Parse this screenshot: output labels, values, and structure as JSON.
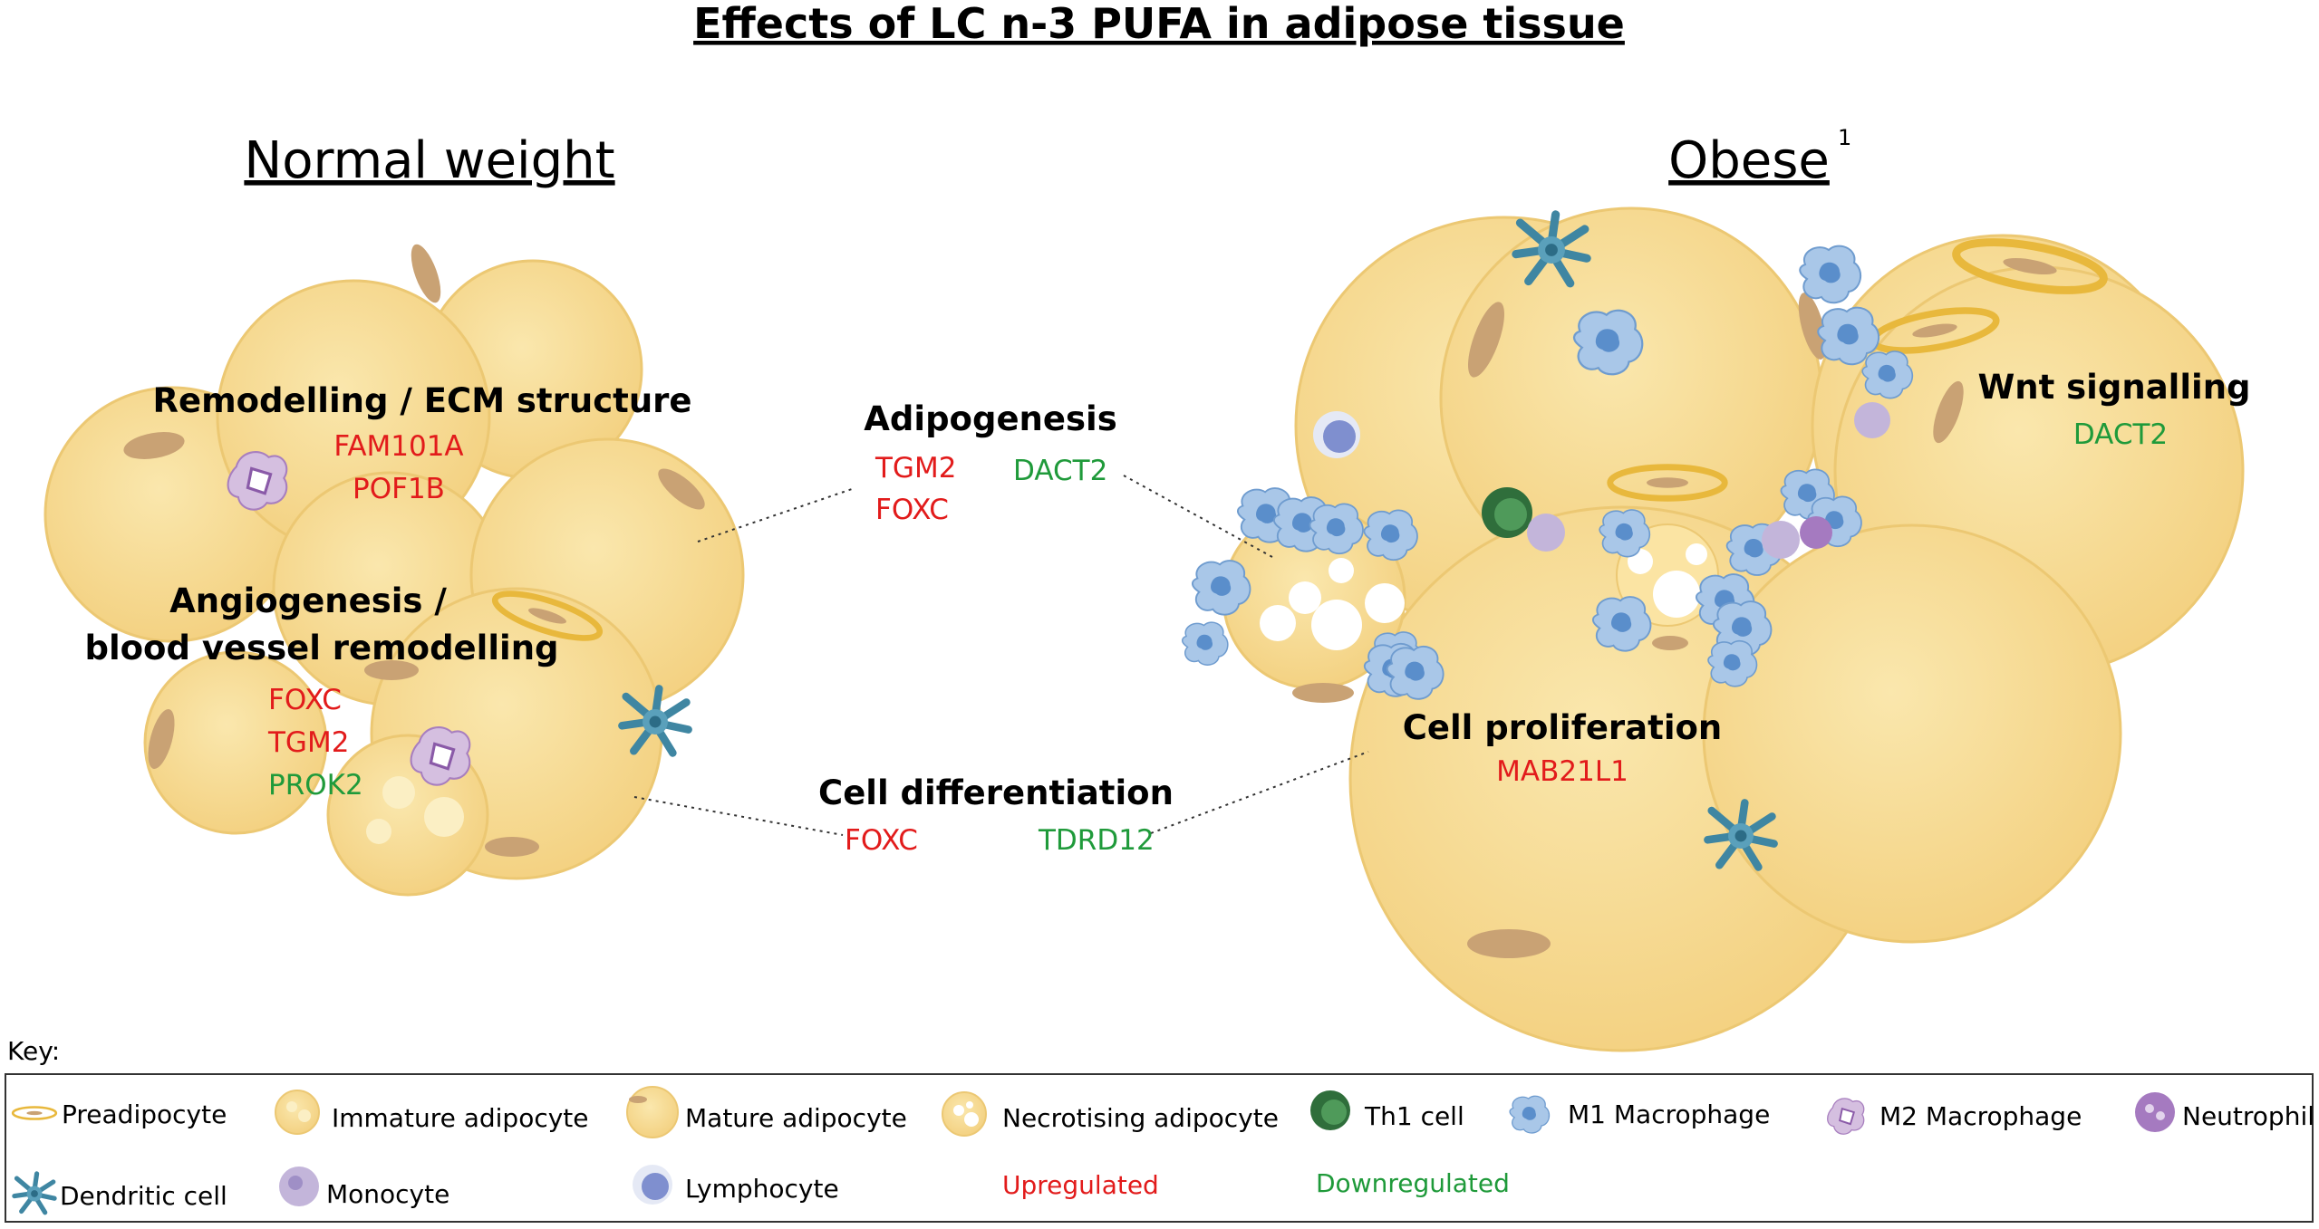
{
  "title": "Effects of LC n-3 PUFA in adipose tissue",
  "panels": {
    "normal": "Normal weight",
    "obese": "Obese",
    "obese_sup": "1"
  },
  "groups": {
    "remodelling": {
      "label": "Remodelling / ECM structure",
      "genes": [
        "FAM101A",
        "POF1B"
      ]
    },
    "angiogenesis": {
      "label_line1": "Angiogenesis /",
      "label_line2": "blood vessel remodelling",
      "genes": [
        "FOXC",
        "TGM2",
        "PROK2"
      ]
    },
    "adipogenesis": {
      "label": "Adipogenesis",
      "up": [
        "TGM2",
        "FOXC"
      ],
      "down": [
        "DACT2"
      ]
    },
    "differentiation": {
      "label": "Cell differentiation",
      "up": [
        "FOXC"
      ],
      "down": [
        "TDRD12"
      ]
    },
    "wnt": {
      "label": "Wnt signalling",
      "genes": [
        "DACT2"
      ]
    },
    "proliferation": {
      "label": "Cell proliferation",
      "genes": [
        "MAB21L1"
      ]
    }
  },
  "colors": {
    "upregulated": "#e21b1b",
    "downregulated": "#1f9a3a",
    "adipocyte": "#f7dc93",
    "nucleus": "#c9a274",
    "m1": "#8fb4df",
    "m2": "#c5a3d2",
    "th1": "#2f6e3b",
    "dendritic": "#3f86a2"
  },
  "key": {
    "title": "Key:",
    "items": [
      {
        "icon": "preadipocyte-icon",
        "label": "Preadipocyte"
      },
      {
        "icon": "immature-adipocyte-icon",
        "label": "Immature adipocyte"
      },
      {
        "icon": "mature-adipocyte-icon",
        "label": "Mature adipocyte"
      },
      {
        "icon": "necrotising-adipocyte-icon",
        "label": "Necrotising adipocyte"
      },
      {
        "icon": "th1-cell-icon",
        "label": "Th1 cell"
      },
      {
        "icon": "m1-macrophage-icon",
        "label": "M1 Macrophage"
      },
      {
        "icon": "m2-macrophage-icon",
        "label": "M2 Macrophage"
      },
      {
        "icon": "neutrophil-icon",
        "label": "Neutrophil"
      },
      {
        "icon": "dendritic-cell-icon",
        "label": "Dendritic cell"
      },
      {
        "icon": "monocyte-icon",
        "label": "Monocyte"
      },
      {
        "icon": "lymphocyte-icon",
        "label": "Lymphocyte"
      },
      {
        "icon": "",
        "label": "Upregulated"
      },
      {
        "icon": "",
        "label": "Downregulated"
      }
    ]
  }
}
